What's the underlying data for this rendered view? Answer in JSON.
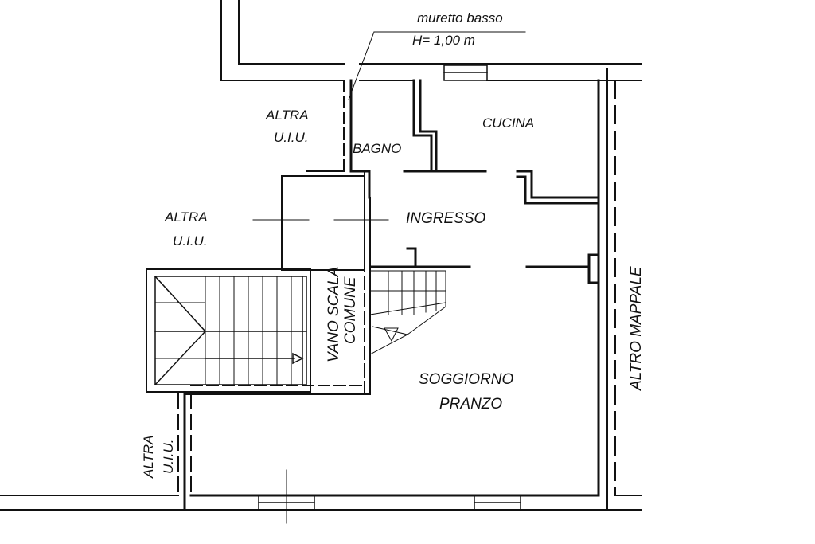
{
  "labels": {
    "muretto_line1": "muretto basso",
    "muretto_line2": "H= 1,00 m",
    "altra_1a": "ALTRA",
    "altra_1b": "U.I.U.",
    "altra_2a": "ALTRA",
    "altra_2b": "U.I.U.",
    "altra_3a": "ALTRA",
    "altra_3b": "U.I.U.",
    "bagno": "BAGNO",
    "cucina": "CUCINA",
    "ingresso": "INGRESSO",
    "vano_scala_1": "VANO SCALA",
    "vano_scala_2": "COMUNE",
    "soggiorno": "SOGGIORNO",
    "pranzo": "PRANZO",
    "altro_mappale": "ALTRO MAPPALE"
  }
}
